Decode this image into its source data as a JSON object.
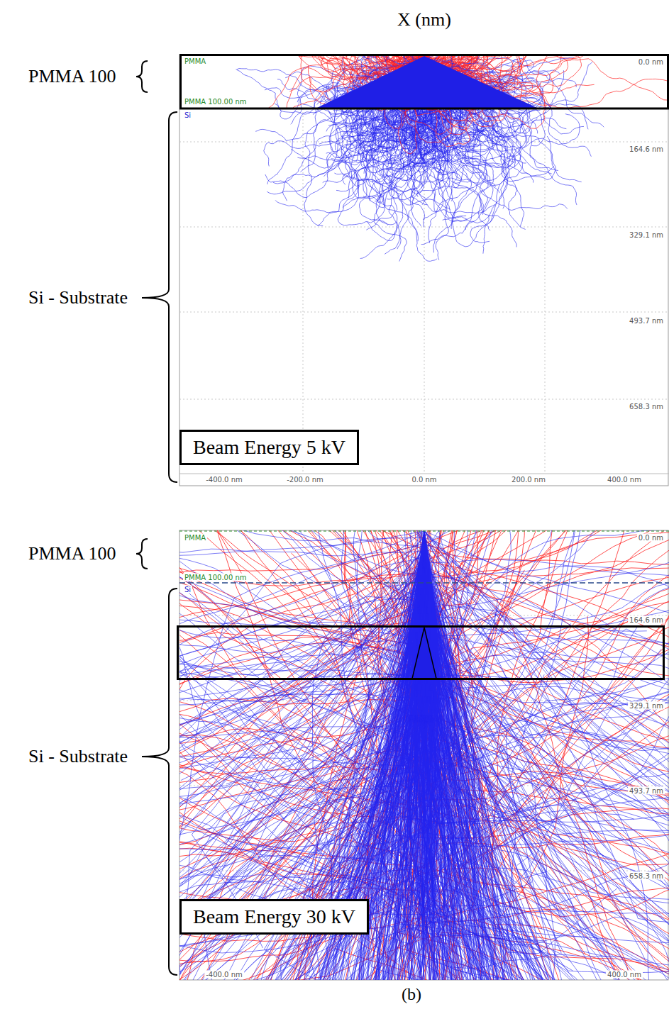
{
  "diagram": {
    "caption": "(b)",
    "nodes": [
      {
        "text": [
          "Beam Energy 5 kV"
        ]
      },
      {
        "text": [
          "Beam Energy 30 kV"
        ]
      }
    ],
    "labels": [
      "X (nm)",
      "PMMA 100",
      "Si - Substrate",
      "PMMA",
      "PMMA 100.00 nm",
      "Si",
      "0.0 nm",
      "164.6 nm",
      "329.1 nm",
      "493.7 nm",
      "658.3 nm",
      "-400.0 nm",
      "-200.0 nm",
      "0.0 nm",
      "200.0 nm",
      "400.0 nm",
      "PMMA 100",
      "Si - Substrate",
      "PMMA",
      "PMMA 100.00 nm",
      "Si",
      "0.0 nm",
      "164.6 nm",
      "329.1 nm",
      "493.7 nm",
      "658.3 nm",
      "-400.0 nm",
      "400.0 nm"
    ]
  }
}
